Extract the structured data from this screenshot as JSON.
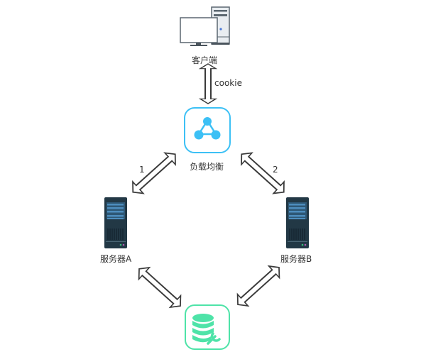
{
  "diagram": {
    "nodes": {
      "client": {
        "label": "客户端",
        "icon": "desktop-computer-icon"
      },
      "load_balancer": {
        "label": "负载均衡",
        "icon": "load-balancer-icon",
        "color": "#3cc0f5"
      },
      "server_a": {
        "label": "服务器A",
        "icon": "server-tower-icon",
        "color": "#223845"
      },
      "server_b": {
        "label": "服务器B",
        "icon": "server-tower-icon",
        "color": "#223845"
      },
      "database": {
        "icon": "database-wrench-icon",
        "color": "#4ee3a8"
      }
    },
    "edges": {
      "client_lb": {
        "label": "cookie"
      },
      "lb_a": {
        "label": "1"
      },
      "lb_b": {
        "label": "2"
      },
      "a_db": {},
      "b_db": {}
    }
  }
}
